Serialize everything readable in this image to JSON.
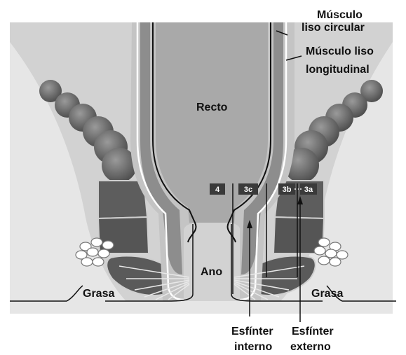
{
  "labels": {
    "musculo_circular": [
      "Músculo",
      "liso circular"
    ],
    "musculo_longitudinal": [
      "Músculo liso",
      "longitudinal"
    ],
    "recto": "Recto",
    "ano": "Ano",
    "grasa_left": "Grasa",
    "grasa_right": "Grasa",
    "esfinter_interno": [
      "Esfínter",
      "interno"
    ],
    "esfinter_externo": [
      "Esfínter",
      "externo"
    ]
  },
  "grades": [
    "4",
    "3c",
    "3b",
    "3a"
  ],
  "colors": {
    "background_tissue": "#cfcfcf",
    "rectum_lumen": "#a8a8a8",
    "muscle_dark": "#5d5d5d",
    "muscle_mid": "#7a7a7a",
    "line": "#111111",
    "tag_bg": "#3a3a3a"
  }
}
